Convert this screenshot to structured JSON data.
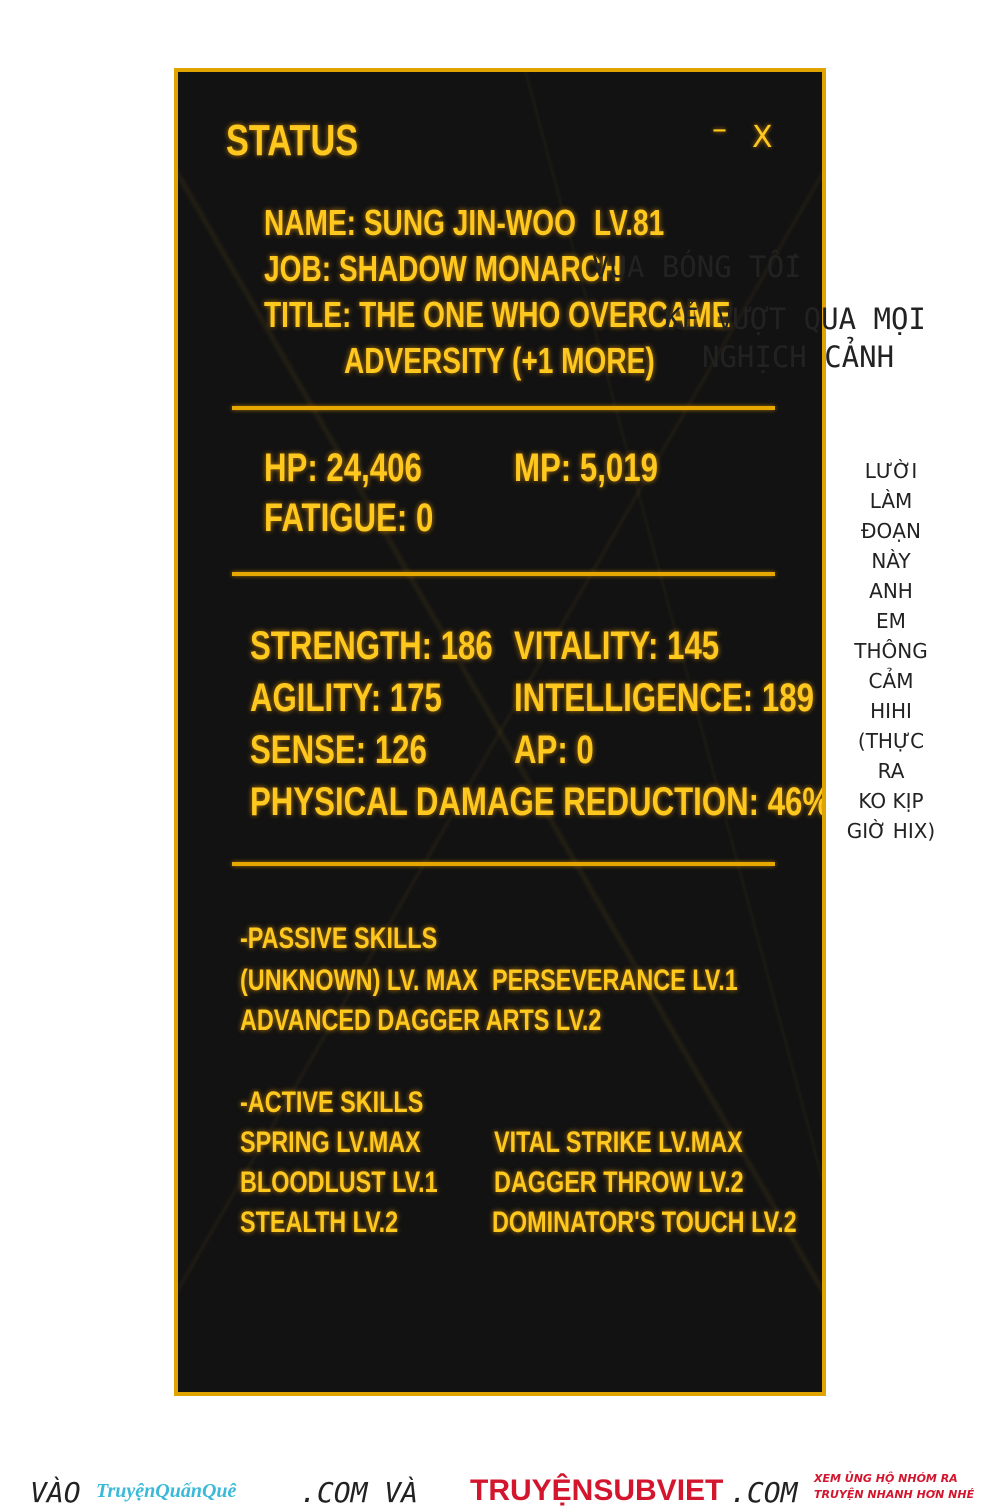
{
  "window": {
    "title": "STATUS",
    "minimize_glyph": "–",
    "close_glyph": "X"
  },
  "profile": {
    "name": "NAME: SUNG JIN-WOO",
    "level": "LV.81",
    "job": "JOB:   SHADOW MONARCH",
    "title_line1": "TITLE: THE ONE WHO OVERCAME",
    "title_line2": "ADVERSITY (+1 MORE)"
  },
  "vitals": {
    "hp": "HP: 24,406",
    "mp": "MP: 5,019",
    "fatigue": "FATIGUE: 0"
  },
  "stats": {
    "strength": "STRENGTH: 186",
    "vitality": "VITALITY: 145",
    "agility": "AGILITY: 175",
    "intelligence": "INTELLIGENCE: 189",
    "sense": "SENSE: 126",
    "ap": "AP: 0",
    "pdr": "PHYSICAL DAMAGE REDUCTION: 46%"
  },
  "passive": {
    "header": "-PASSIVE SKILLS",
    "skill1": "(UNKNOWN) LV. MAX",
    "skill2": "PERSEVERANCE LV.1",
    "skill3": "ADVANCED DAGGER ARTS LV.2"
  },
  "active": {
    "header": "-ACTIVE SKILLS",
    "skill1": "SPRING LV.MAX",
    "skill2": "VITAL STRIKE LV.MAX",
    "skill3": "BLOODLUST LV.1",
    "skill4": "DAGGER THROW LV.2",
    "skill5": "STEALTH LV.2",
    "skill6": "DOMINATOR'S TOUCH LV.2"
  },
  "translations": {
    "job": "VUA BÓNG TỐI",
    "title_line1": "KẺ VƯỢT QUA MỌI",
    "title_line2": "NGHỊCH CẢNH"
  },
  "side_note": [
    "LƯỜI",
    "LÀM",
    "ĐOẠN",
    "NÀY",
    "ANH",
    "EM",
    "THÔNG",
    "CẢM",
    "HIHI",
    "(THỰC",
    "RA",
    "KO KỊP",
    "GIỜ HIX)"
  ],
  "footer": {
    "prefix": "VÀO",
    "site1": "TruyệnQuấnQuê",
    "site1_suffix": ".COM VÀ",
    "site2": "TRUYỆNSUBVIET",
    "site2_suffix": ".COM",
    "tagline1": "XEM ỦNG HỘ NHÓM RA",
    "tagline2": "TRUYỆN NHANH HƠN NHÉ"
  },
  "colors": {
    "accent": "#ffc81e",
    "border": "#e0a300",
    "panel": "#121212",
    "footer_red": "#d3152e",
    "footer_cyan": "#3ab9d8"
  }
}
